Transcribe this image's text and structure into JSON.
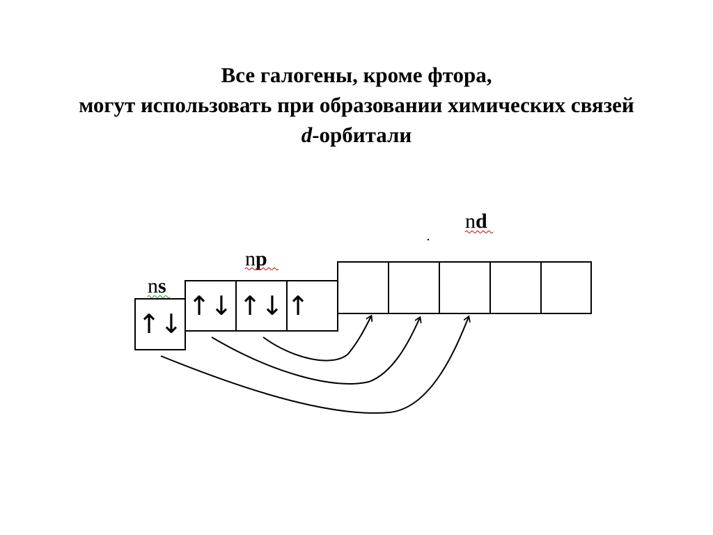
{
  "slide": {
    "title_line1": "Все галогены, кроме фтора,",
    "title_line2": "могут использовать при образовании химических связей",
    "title_line3_italic": "d",
    "title_line3_rest": "-орбитали"
  },
  "diagram": {
    "ns_label_n": "n",
    "ns_label_sub": "s",
    "np_label_n": "n",
    "np_label_sub": "p",
    "nd_label_n": "n",
    "nd_label_sub": "d",
    "ns_box": "↑↓",
    "np_boxes": [
      "↑↓",
      "↑↓",
      "↑"
    ],
    "nd_boxes": [
      "",
      "",
      "",
      "",
      ""
    ],
    "colors": {
      "line": "#000000",
      "spellcheck_underline": "#c00000"
    }
  }
}
